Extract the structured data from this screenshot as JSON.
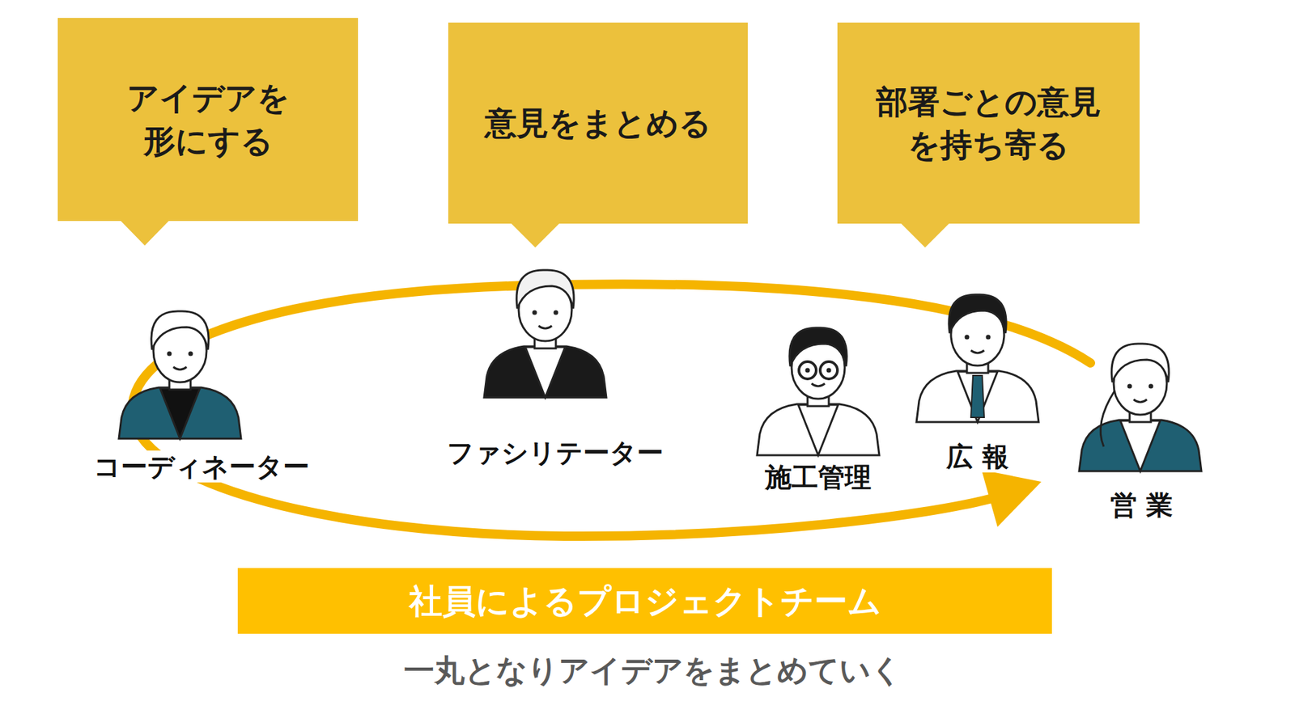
{
  "diagram": {
    "caption": "一丸となりアイデアをまとめていく",
    "nodes": [
      {
        "text": [
          "アイデアを 形にする"
        ]
      },
      {
        "text": [
          "意見をまとめる"
        ]
      },
      {
        "text": [
          "部署ごとの意見 を持ち寄る"
        ]
      },
      {
        "text": [
          "社員によるプロジェクトチーム"
        ]
      }
    ],
    "labels": [
      "コーディネーター",
      "ファシリテーター",
      "施工管理",
      "広 報",
      "営 業"
    ]
  }
}
